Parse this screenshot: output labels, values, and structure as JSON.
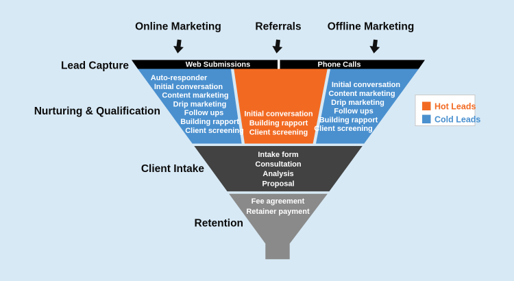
{
  "sources": {
    "items": [
      "Online Marketing",
      "Referrals",
      "Offline Marketing"
    ]
  },
  "stages": {
    "lead_capture": "Lead Capture",
    "nurturing": "Nurturing & Qualification",
    "client_intake": "Client Intake",
    "retention": "Retention"
  },
  "capture_bar": {
    "web": "Web Submissions",
    "phone": "Phone Calls"
  },
  "nurturing_steps": {
    "web": [
      "Auto-responder",
      "Initial conversation",
      "Content marketing",
      "Drip marketing",
      "Follow ups",
      "Building rapport",
      "Client screening"
    ],
    "referral": [
      "Initial conversation",
      "Building rapport",
      "Client screening"
    ],
    "phone": [
      "Initial conversation",
      "Content marketing",
      "Drip marketing",
      "Follow ups",
      "Building rapport",
      "Client screening"
    ]
  },
  "intake_steps": [
    "Intake form",
    "Consultation",
    "Analysis",
    "Proposal"
  ],
  "retention_steps": [
    "Fee agreement",
    "Retainer payment"
  ],
  "legend": {
    "hot": {
      "label": "Hot Leads",
      "color": "#F26A22"
    },
    "cold": {
      "label": "Cold Leads",
      "color": "#4A90CF"
    }
  },
  "colors": {
    "background": "#D7E9F5",
    "capture_bar": "#000000",
    "hot": "#F26A22",
    "cold": "#4A90CF",
    "intake": "#424242",
    "retention": "#8A8A8A",
    "arrow": "#111111"
  }
}
